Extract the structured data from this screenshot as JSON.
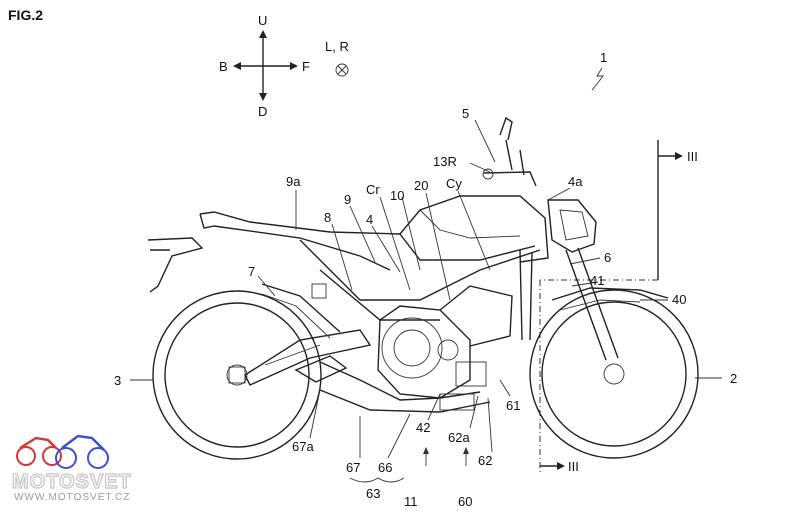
{
  "figure_label": "FIG.2",
  "directions": {
    "up": "U",
    "down": "D",
    "back": "B",
    "front": "F",
    "lateral": "L, R"
  },
  "labels": {
    "n1": "1",
    "n2": "2",
    "n3": "3",
    "n4": "4",
    "n4a": "4a",
    "n5": "5",
    "n6": "6",
    "n7": "7",
    "n8": "8",
    "n9": "9",
    "n9a": "9a",
    "n10": "10",
    "n11": "11",
    "n13r": "13R",
    "n20": "20",
    "cr": "Cr",
    "cy": "Cy",
    "n40": "40",
    "n41": "41",
    "n42": "42",
    "n60": "60",
    "n61": "61",
    "n62": "62",
    "n62a": "62a",
    "n63": "63",
    "n66": "66",
    "n67": "67",
    "n67a": "67a"
  },
  "section_marks": {
    "top": "III",
    "bottom": "III"
  },
  "watermark": {
    "brand": "MOTOSVET",
    "url": "WWW.MOTOSVET.CZ",
    "colors": {
      "red": "#d23a3a",
      "blue": "#3a4fd2",
      "gray": "#c7c7c7"
    }
  }
}
